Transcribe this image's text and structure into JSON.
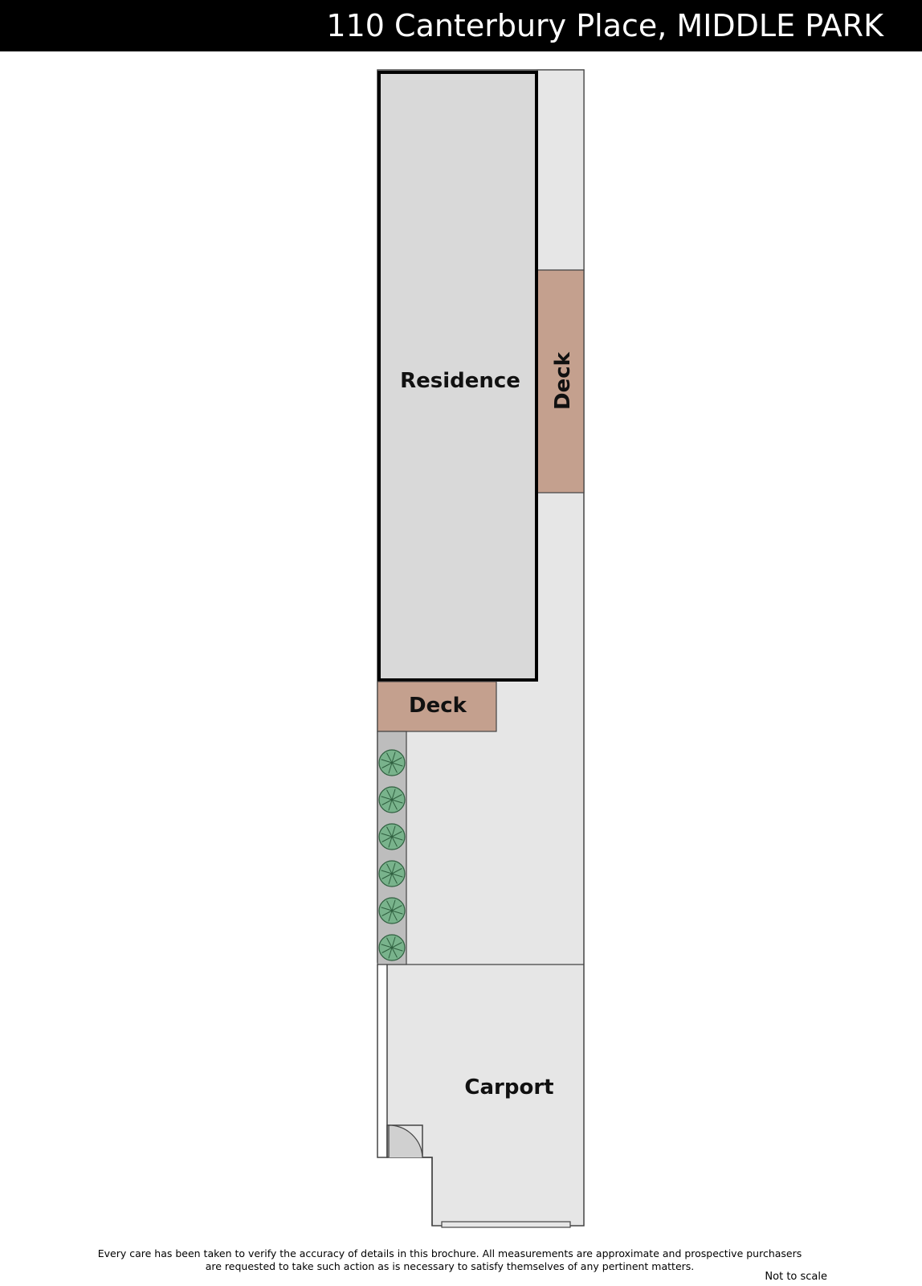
{
  "header": {
    "address": "110 Canterbury Place, MIDDLE PARK"
  },
  "rooms": {
    "residence": "Residence",
    "deck_side": "Deck",
    "deck_rear": "Deck",
    "carport": "Carport"
  },
  "footer": {
    "disclaimer_line1": "Every care has been taken to verify the accuracy of details in this brochure.  All measurements are approximate and prospective purchasers",
    "disclaimer_line2": "are requested to take such action as is necessary to satisfy themselves of any pertinent matters.",
    "scale_note": "Not to scale"
  },
  "colors": {
    "header_bg": "#000000",
    "residence_fill": "#d9d9d9",
    "yard_fill": "#e6e6e6",
    "deck_fill": "#c4a08e",
    "garden_bed_fill": "#bdbdbd",
    "shrub_fill": "#79b38c"
  },
  "garden": {
    "shrub_count": 6
  }
}
